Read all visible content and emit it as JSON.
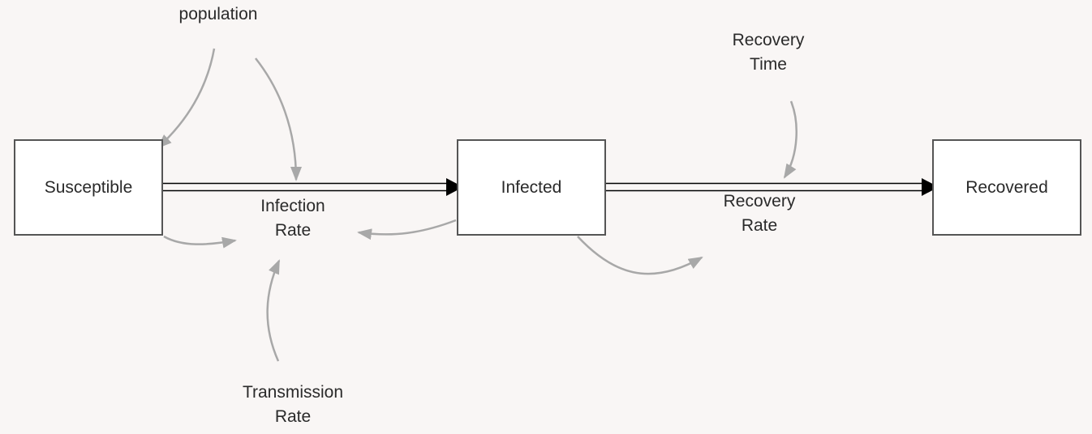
{
  "colors": {
    "background": "#f9f6f5",
    "stock_fill": "#ffffff",
    "stock_border": "#555555",
    "flow_pipe": "#000000",
    "connector": "#a8a8a8",
    "text": "#2a2a2a"
  },
  "stocks": {
    "susceptible": "Susceptible",
    "infected": "Infected",
    "recovered": "Recovered"
  },
  "flows": {
    "infection_rate": [
      "Infection",
      "Rate"
    ],
    "recovery_rate": [
      "Recovery",
      "Rate"
    ]
  },
  "variables": {
    "population": "population",
    "recovery_time": [
      "Recovery",
      "Time"
    ],
    "transmission_rate": [
      "Transmission",
      "Rate"
    ]
  }
}
